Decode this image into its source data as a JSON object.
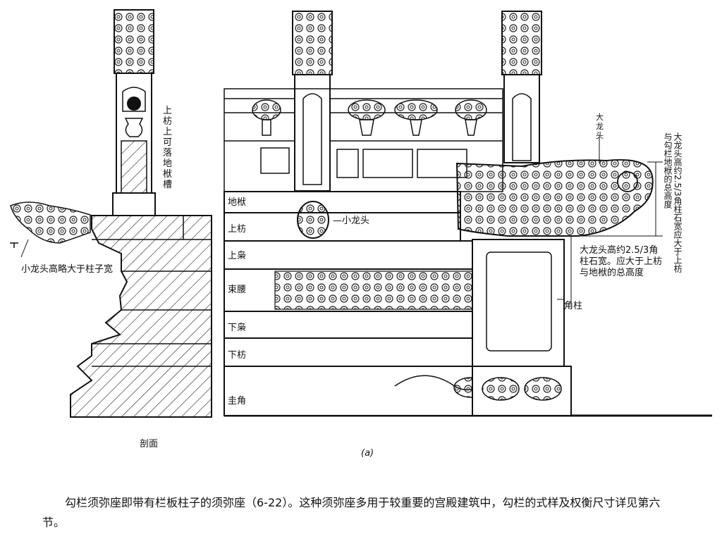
{
  "figure": {
    "section_caption": "剖面",
    "sub_caption": "(a)",
    "section_labels": {
      "top_rail_note": "上枋上可落地栿槽",
      "small_dragon_note": "小龙头高略大于柱子宽"
    },
    "elevation_labels": {
      "difu": "地栿",
      "shangfang": "上枋",
      "shangxiao": "上枭",
      "shuyao": "束腰",
      "xiaxiao": "下枭",
      "xiafang": "下枋",
      "guijiao": "圭角",
      "small_dragon": "—小龙头",
      "big_dragon": "大龙头",
      "corner_post": "角柱",
      "big_dragon_note": "大龙头高约2.5/3角柱石宽。应大于上枋与地栿的总高度",
      "vertical_note": "大龙头高约2.5/3角柱石宽应大于上枋与勾栏地栿的总高度"
    }
  },
  "body_text": {
    "paragraph": "勾栏须弥座即带有栏板柱子的须弥座（6-22）。这种须弥座多用于较重要的宫殿建筑中，勾栏的式样及权衡尺寸详见第六节。"
  }
}
